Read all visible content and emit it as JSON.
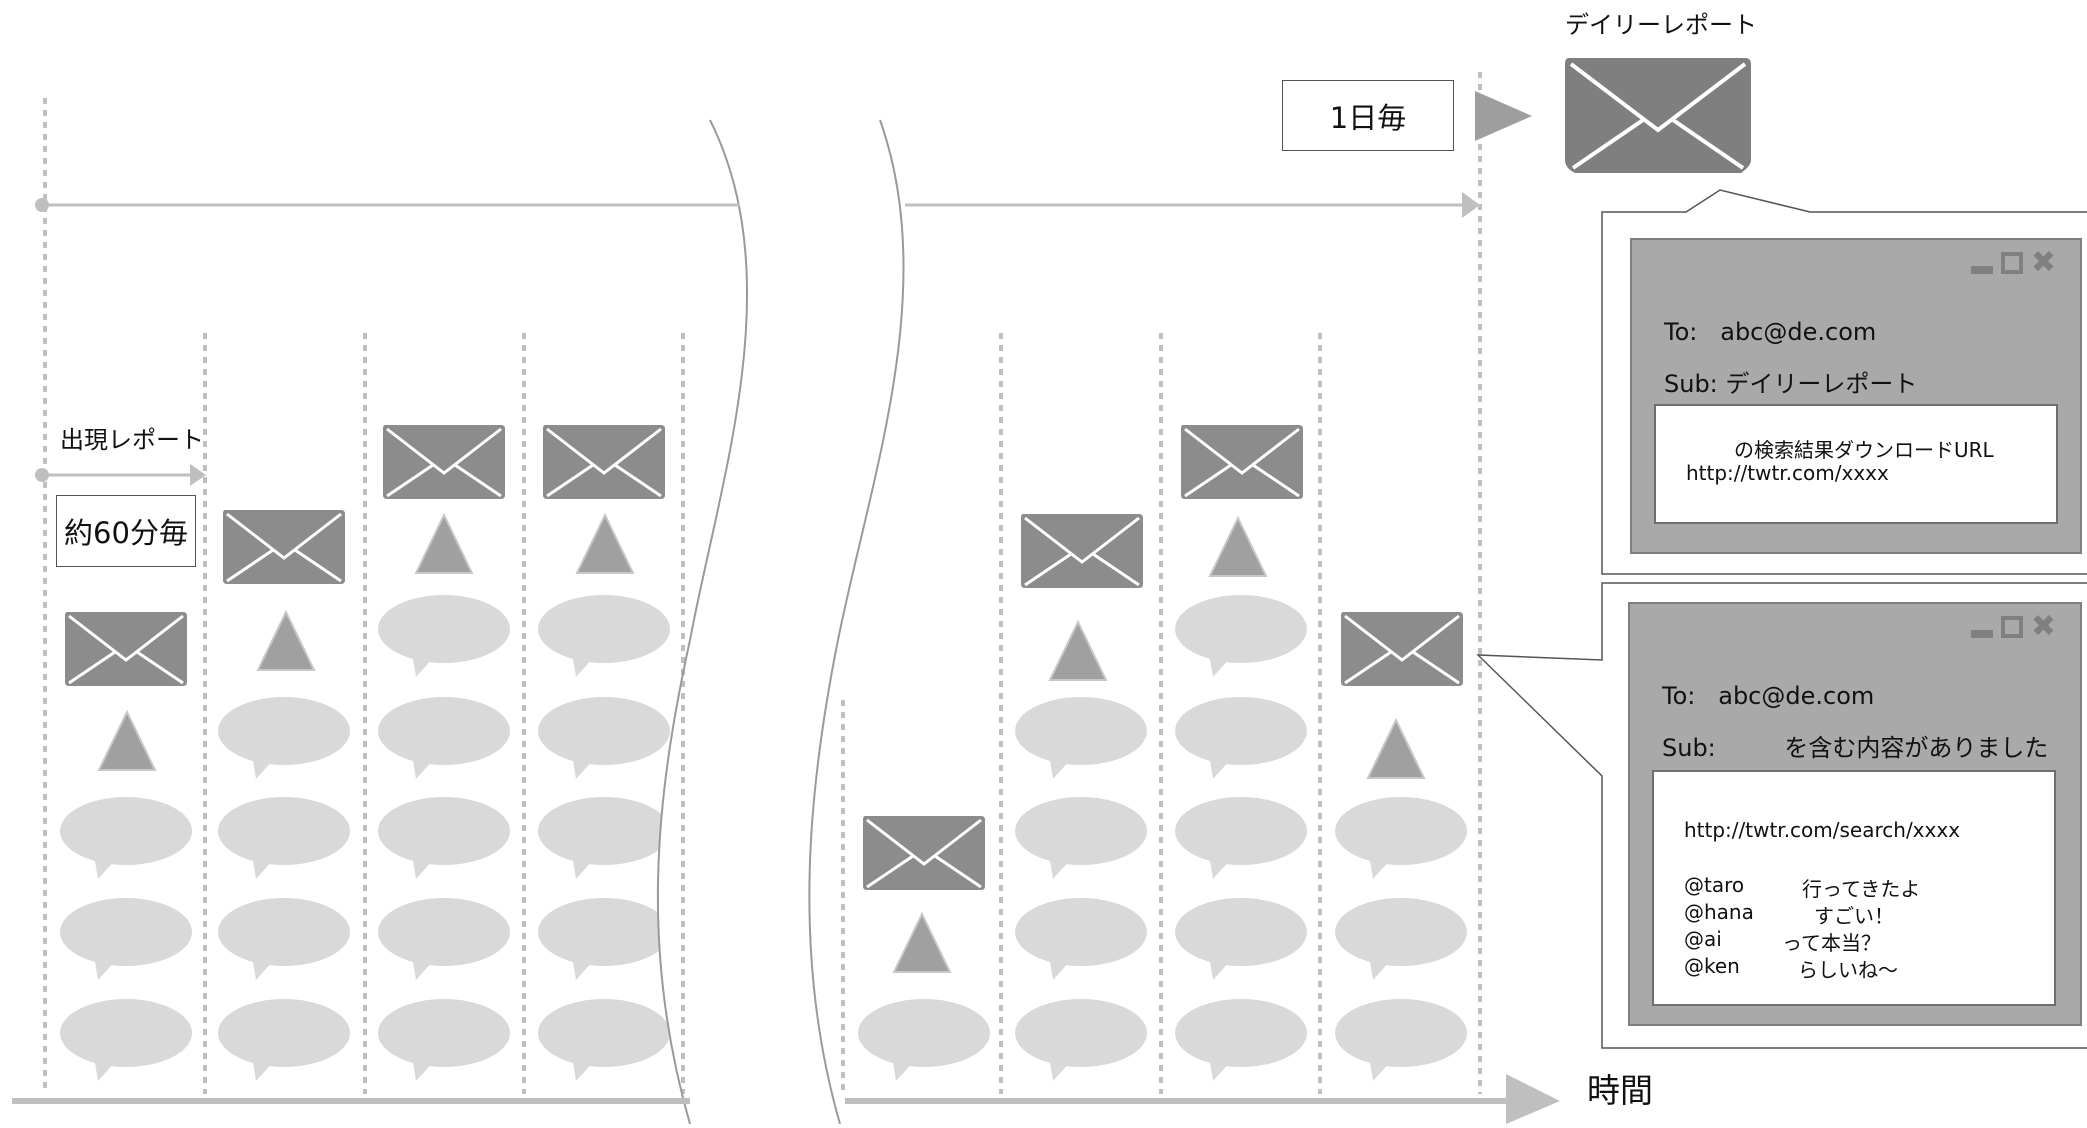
{
  "labels": {
    "daily_report": "デイリーレポート",
    "every_day": "1日毎",
    "appearance_report": "出現レポート",
    "every_60min": "約60分毎",
    "time_axis": "時間"
  },
  "email_window_daily": {
    "to": "To:   abc@de.com",
    "subject": "Sub: デイリーレポート",
    "body_line1": "の検索結果ダウンロードURL",
    "body_line2": "http://twtr.com/xxxx"
  },
  "email_window_alert": {
    "to": "To:   abc@de.com",
    "subject": "Sub:         を含む内容がありました",
    "url": "http://twtr.com/search/xxxx",
    "posts": [
      {
        "user": "@taro",
        "text": "行ってきたよ"
      },
      {
        "user": "@hana",
        "text": "すごい！"
      },
      {
        "user": "@ai",
        "text": "って本当？"
      },
      {
        "user": "@ken",
        "text": "らしいね～"
      }
    ]
  },
  "colors": {
    "envelope": "#8c8c8c",
    "bubble": "#d9d9d9",
    "triangle": "#a0a0a0",
    "window_frame": "#a9a9a9",
    "guide": "#bfbfbf"
  }
}
